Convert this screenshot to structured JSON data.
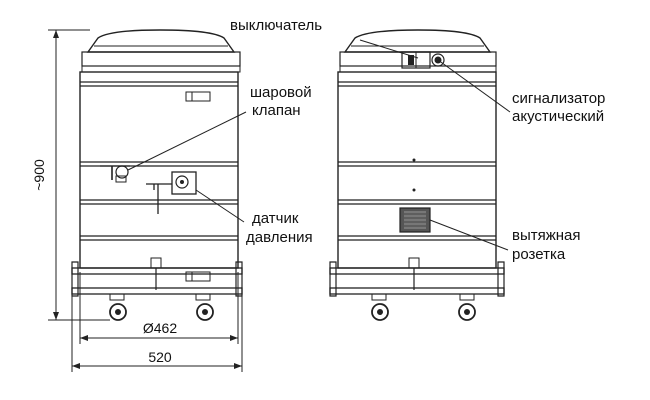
{
  "labels": {
    "switch": "выключатель",
    "ball_valve_line1": "шаровой",
    "ball_valve_line2": "клапан",
    "alarm_line1": "сигнализатор",
    "alarm_line2": "акустический",
    "pressure_sensor_line1": "датчик",
    "pressure_sensor_line2": "давления",
    "exhaust_socket_line1": "вытяжная",
    "exhaust_socket_line2": "розетка"
  },
  "dimensions": {
    "height": "~900",
    "diameter": "Ø462",
    "width": "520"
  },
  "colors": {
    "line": "#222222",
    "shade": "#d8d8d8",
    "grid_dark": "#555555"
  }
}
